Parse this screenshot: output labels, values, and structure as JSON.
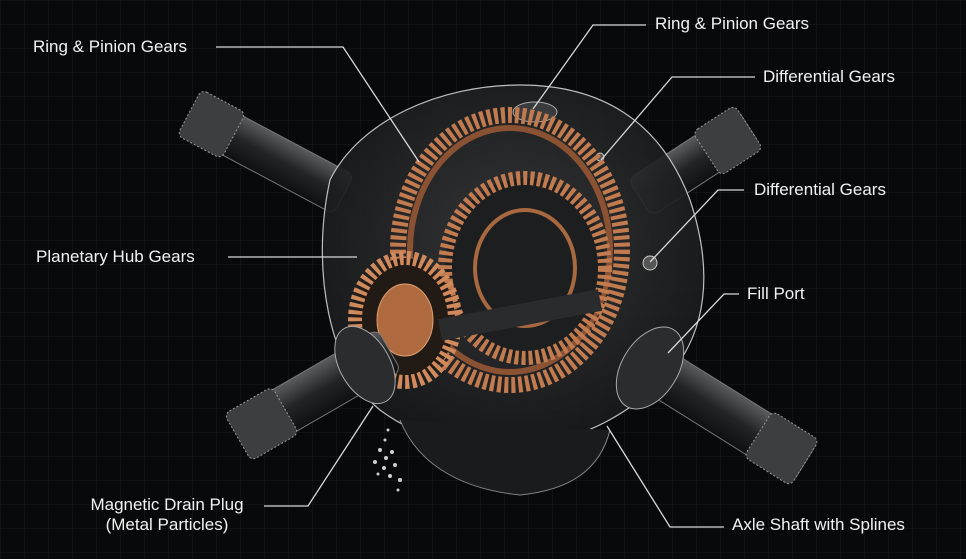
{
  "title": "Differential cutaway diagram",
  "labels": {
    "ring_pinion_left": "Ring & Pinion Gears",
    "ring_pinion_right": "Ring & Pinion Gears",
    "differential_gears_1": "Differential Gears",
    "differential_gears_2": "Differential Gears",
    "planetary_hub_gears": "Planetary Hub Gears",
    "fill_port": "Fill Port",
    "magnetic_drain_plug": "Magnetic Drain Plug",
    "magnetic_drain_plug_sub": "(Metal Particles)",
    "axle_shaft": "Axle Shaft with Splines"
  },
  "colors": {
    "background": "#08090a",
    "copper": "#c27a4f",
    "housing": "#2a2c2e",
    "line": "#d8d8d8"
  }
}
